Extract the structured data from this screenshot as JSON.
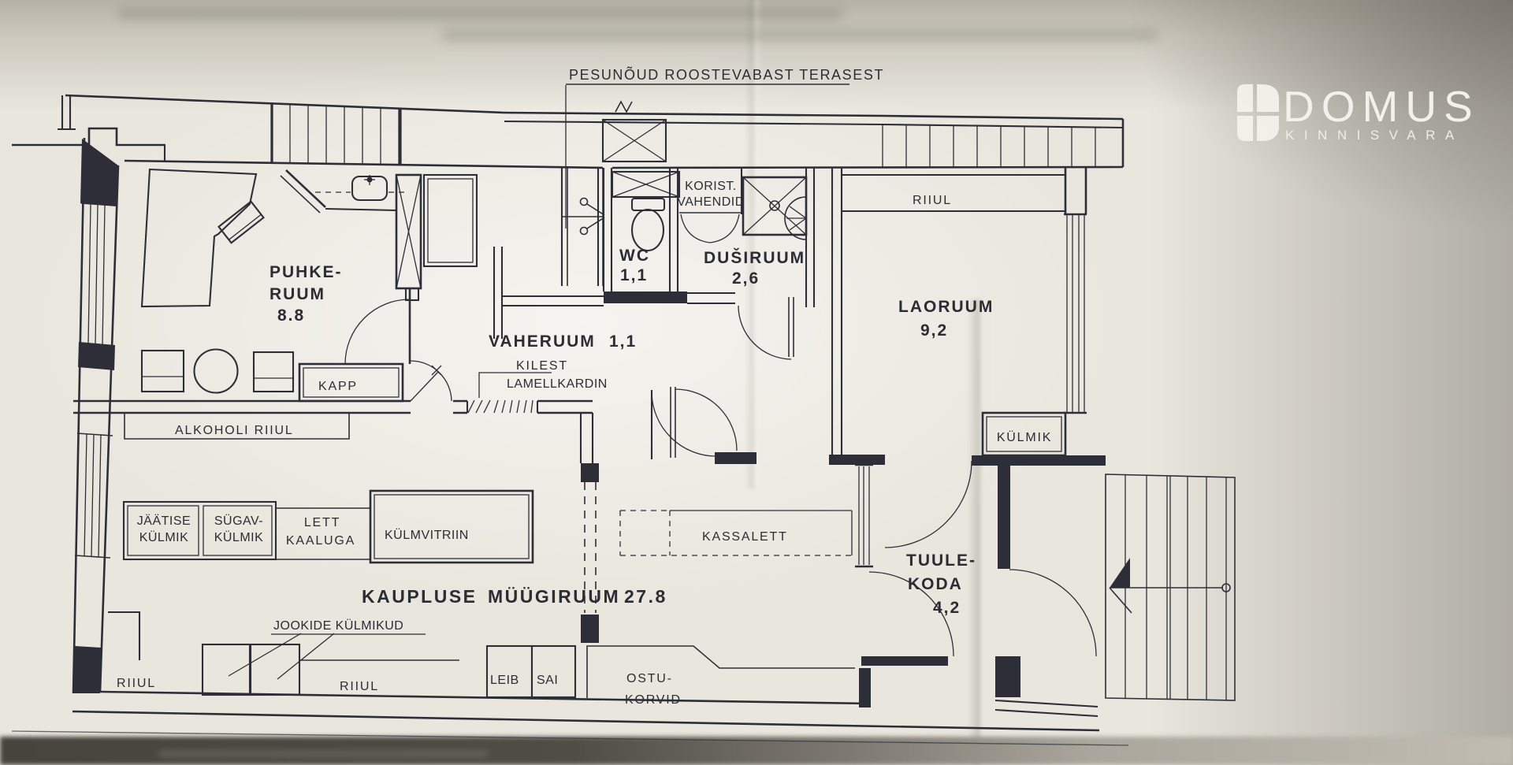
{
  "annotation_title": "PESUNÕUD ROOSTEVABAST TERASEST",
  "rooms": {
    "puhkeruum": {
      "line1": "PUHKE-",
      "line2": "RUUM",
      "area": "8.8"
    },
    "vaheruum": {
      "name": "VAHERUUM",
      "area": "1,1"
    },
    "wc": {
      "name": "WC",
      "area": "1,1"
    },
    "dusiruum": {
      "name": "DUŠIRUUM",
      "area": "2,6"
    },
    "laoruum": {
      "name": "LAORUUM",
      "area": "9,2"
    },
    "tuulekoda": {
      "line1": "TUULE-",
      "line2": "KODA",
      "area": "4,2"
    },
    "myygiruum": {
      "name1": "KAUPLUSE",
      "name2": "MÜÜGIRUUM",
      "area": "27.8"
    }
  },
  "fixtures": {
    "korist_line1": "KORIST.",
    "korist_line2": "VAHENDID",
    "riiul_laoruum": "RIIUL",
    "kilest_line1": "KILEST",
    "kilest_line2": "LAMELLKARDIN",
    "kapp": "KAPP",
    "alkoholi_riiul": "ALKOHOLI RIIUL",
    "kylmik": "KÜLMIK",
    "jaatise_line1": "JÄÄTISE",
    "jaatise_line2": "KÜLMIK",
    "sygav_line1": "SÜGAV-",
    "sygav_line2": "KÜLMIK",
    "lett_line1": "LETT",
    "lett_line2": "KAALUGA",
    "kylmvitriin": "KÜLMVITRIIN",
    "kassalett": "KASSALETT",
    "jookide": "JOOKIDE KÜLMIKUD",
    "riiul_left": "RIIUL",
    "riiul_mid": "RIIUL",
    "leib": "LEIB",
    "sai": "SAI",
    "ostu_line1": "OSTU-",
    "ostu_line2": "KORVID"
  },
  "logo": {
    "brand": "DOMUS",
    "tagline": "KINNISVARA"
  },
  "colors": {
    "ink": "#2e2e38",
    "paper": "#eceae1",
    "logo_text": "#f3f1ea"
  }
}
